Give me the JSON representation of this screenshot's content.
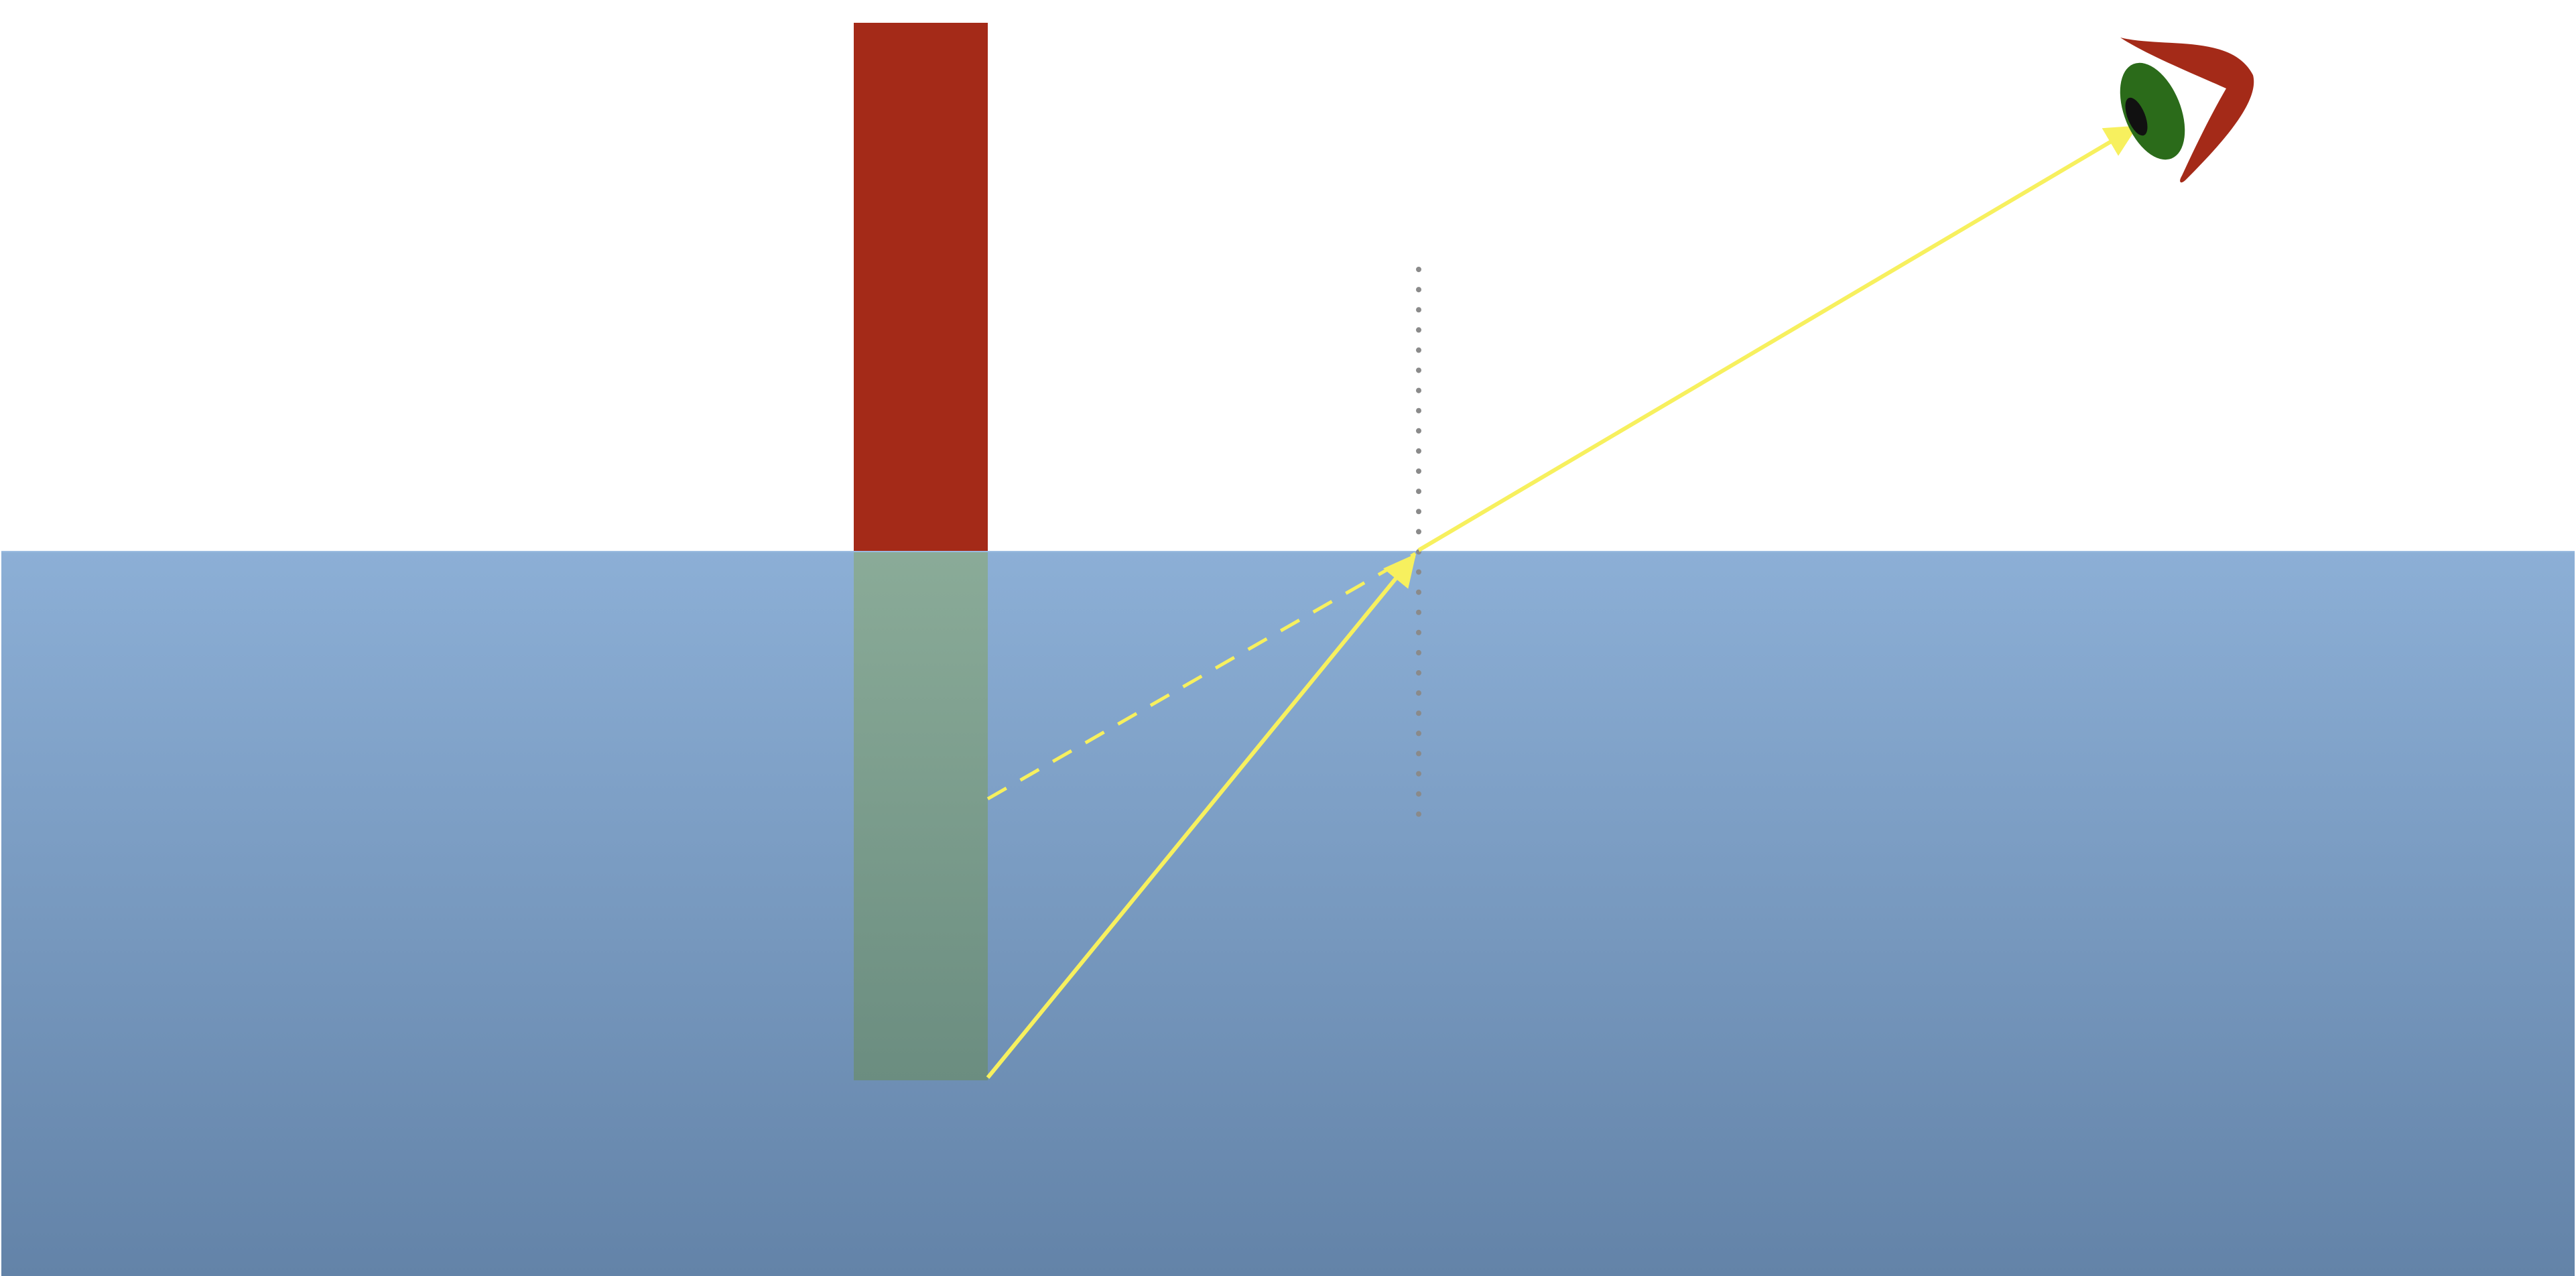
{
  "diagram": {
    "subject": "refraction",
    "colors": {
      "background": "#ffffff",
      "water_top": "#8cafd6",
      "water_bottom": "#6383a8",
      "rod_above_water": "#a42a18",
      "rod_below_water_top": "#8aab98",
      "rod_below_water_bottom": "#6b8d80",
      "light_ray": "#f7f05e",
      "normal_line": "#8a8a8a",
      "eye_lid": "#a42a18",
      "eye_iris": "#2b6b1a",
      "eye_pupil": "#111111"
    },
    "icons": {
      "observer": "eye-icon"
    },
    "rays": {
      "actual_path": "solid",
      "apparent_path": "dashed",
      "normal": "dotted"
    }
  }
}
